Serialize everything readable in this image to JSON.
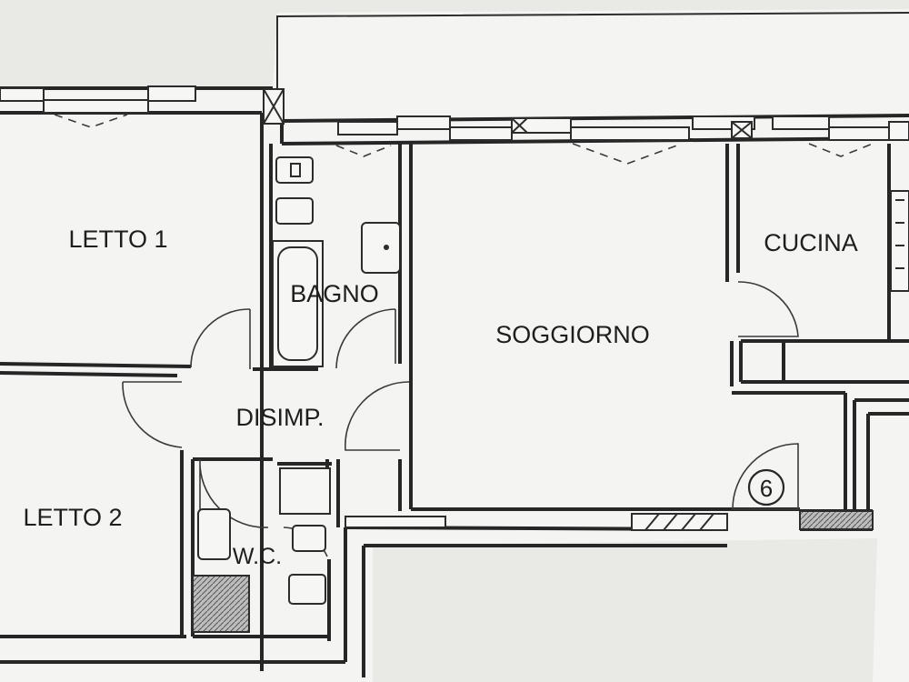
{
  "rooms": {
    "letto1": "LETTO 1",
    "letto2": "LETTO 2",
    "bagno": "BAGNO",
    "disimp": "DISIMP.",
    "soggiorno": "SOGGIORNO",
    "cucina": "CUCINA",
    "wc": "W.C."
  },
  "unit_number": "6",
  "colors": {
    "paper": "#f4f4f2",
    "background": "#e9e9e6",
    "ink": "#262626"
  }
}
